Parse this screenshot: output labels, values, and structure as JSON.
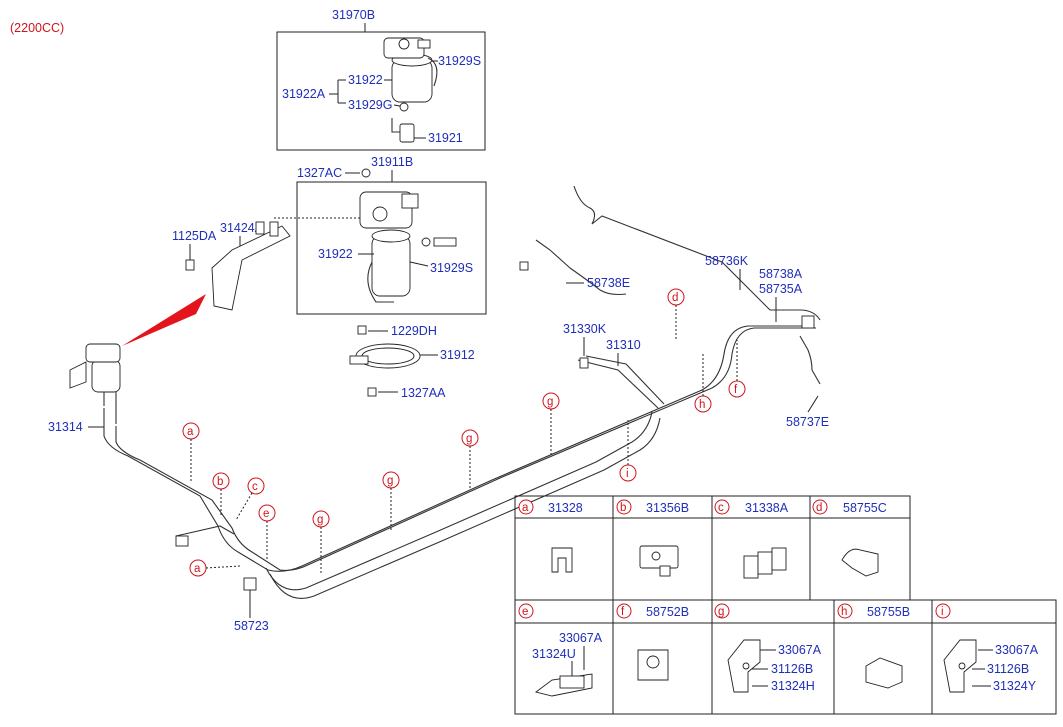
{
  "engine_label": "(2200CC)",
  "parts": {
    "p31970B": "31970B",
    "p31929S_top": "31929S",
    "p31922_top": "31922",
    "p31922A": "31922A",
    "p31929G": "31929G",
    "p31921": "31921",
    "p1327AC": "1327AC",
    "p31911B": "31911B",
    "p1125DA": "1125DA",
    "p31424A": "31424A",
    "p31922_mid": "31922",
    "p31929S_mid": "31929S",
    "p1229DH": "1229DH",
    "p31912": "31912",
    "p1327AA": "1327AA",
    "p31314": "31314",
    "p31330K": "31330K",
    "p31310": "31310",
    "p58738E": "58738E",
    "p58736K": "58736K",
    "p58738A": "58738A",
    "p58735A": "58735A",
    "p58737E": "58737E",
    "p58723": "58723"
  },
  "callouts": {
    "a1": "a",
    "b": "b",
    "c": "c",
    "e": "e",
    "g1": "g",
    "g2": "g",
    "g3": "g",
    "g4": "g",
    "a2": "a",
    "d": "d",
    "h": "h",
    "f": "f",
    "i": "i"
  },
  "table": {
    "row1": [
      {
        "key": "a",
        "part": "31328"
      },
      {
        "key": "b",
        "part": "31356B"
      },
      {
        "key": "c",
        "part": "31338A"
      },
      {
        "key": "d",
        "part": "58755C"
      }
    ],
    "row2": [
      {
        "key": "e",
        "part": "",
        "sub": [
          "33067A",
          "31324U"
        ]
      },
      {
        "key": "f",
        "part": "58752B"
      },
      {
        "key": "g",
        "part": "",
        "sub": [
          "33067A",
          "31126B",
          "31324H"
        ]
      },
      {
        "key": "h",
        "part": "58755B"
      },
      {
        "key": "i",
        "part": "",
        "sub": [
          "33067A",
          "31126B",
          "31324Y"
        ]
      }
    ]
  }
}
